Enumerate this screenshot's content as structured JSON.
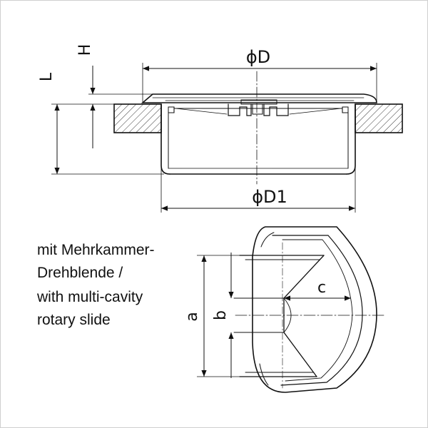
{
  "labels": {
    "H": "H",
    "L": "L",
    "D": "ϕD",
    "D1": "ϕD1",
    "a": "a",
    "b": "b",
    "c": "c"
  },
  "caption": {
    "line1": "mit Mehrkammer-",
    "line2": "Drehblende /",
    "line3": "with multi-cavity",
    "line4": "rotary slide"
  }
}
